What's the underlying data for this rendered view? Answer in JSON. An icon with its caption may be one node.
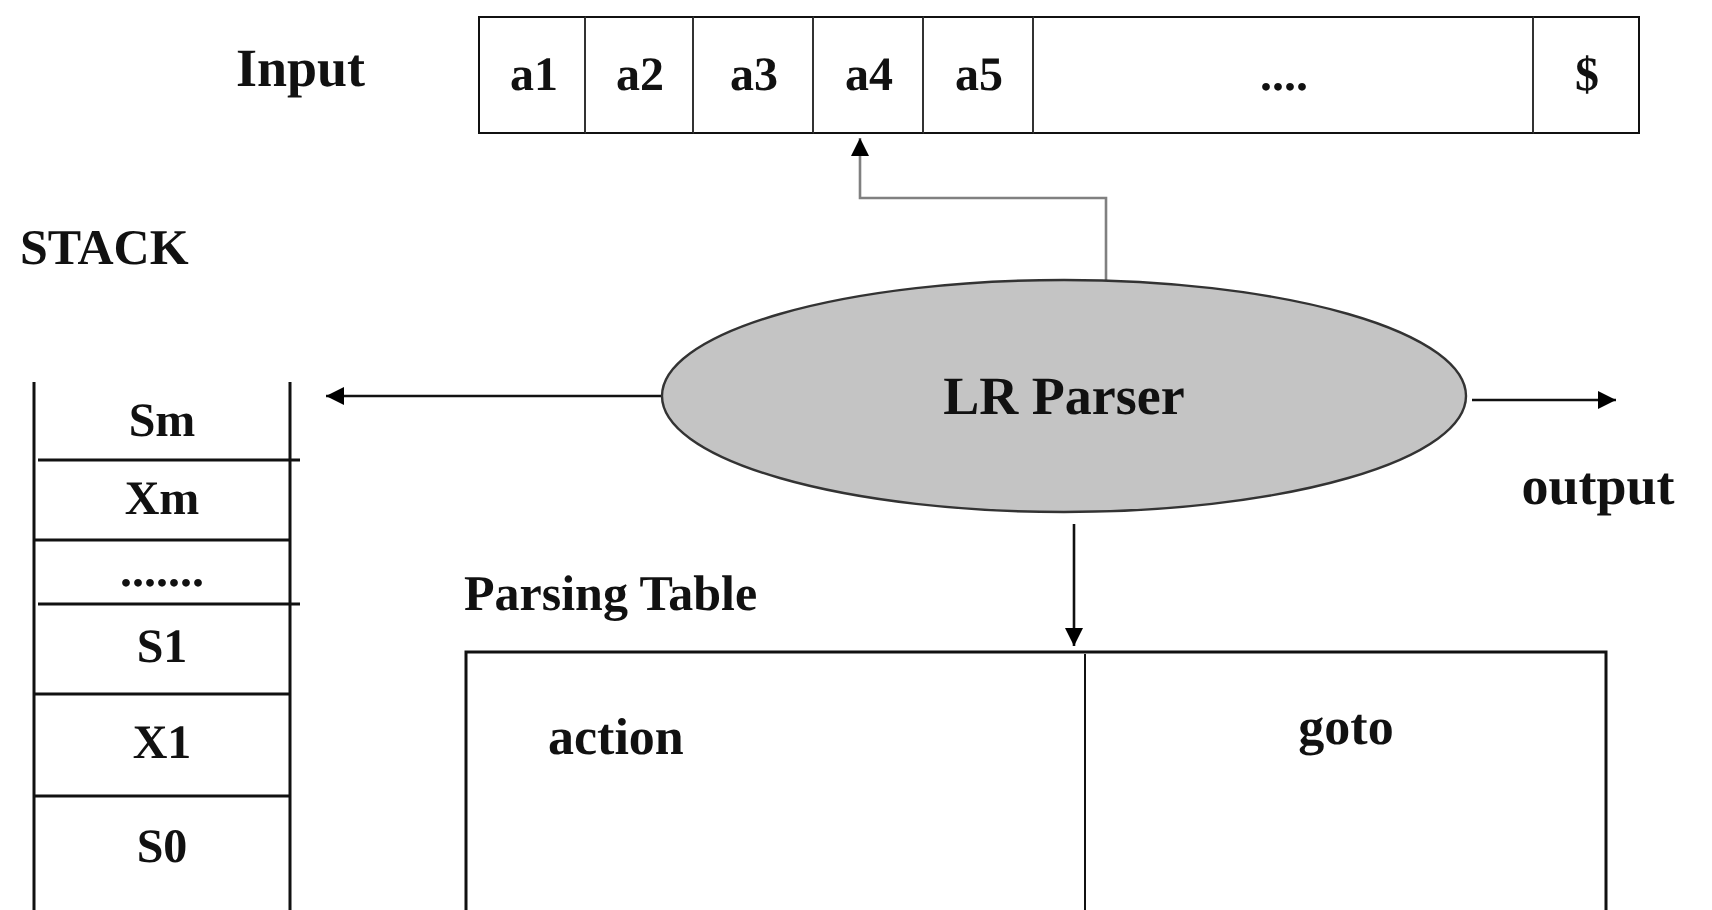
{
  "diagram": {
    "nodes": [
      {
        "text": [
          "Input"
        ]
      },
      {
        "text": [
          "a1"
        ],
        "in": 0
      },
      {
        "text": [
          "a2"
        ],
        "in": 0
      },
      {
        "text": [
          "a3"
        ],
        "in": 0
      },
      {
        "text": [
          "a4"
        ],
        "in": 0
      },
      {
        "text": [
          "a5"
        ],
        "in": 0
      },
      {
        "text": [
          "...."
        ],
        "in": 0
      },
      {
        "text": [
          "$"
        ],
        "in": 0
      },
      {
        "text": [
          "STACK"
        ]
      },
      {
        "text": [
          "Sm"
        ],
        "in": 8
      },
      {
        "text": [
          "Xm"
        ],
        "in": 8
      },
      {
        "text": [
          "......."
        ],
        "in": 8
      },
      {
        "text": [
          "S1"
        ],
        "in": 8
      },
      {
        "text": [
          "X1"
        ],
        "in": 8
      },
      {
        "text": [
          "S0"
        ],
        "in": 8
      },
      {
        "text": [
          "LR Parser"
        ]
      },
      {
        "text": [
          "output"
        ]
      },
      {
        "text": [
          "Parsing Table"
        ]
      },
      {
        "text": [
          "action"
        ],
        "in": 17
      },
      {
        "text": [
          "goto"
        ],
        "in": 17
      }
    ],
    "edges": [
      {
        "from": 15,
        "to": 4,
        "arrow": "to",
        "color": "#808080"
      },
      {
        "from": 15,
        "to": 8,
        "arrow": "to"
      },
      {
        "from": 15,
        "to": 16,
        "arrow": "to"
      },
      {
        "from": 15,
        "to": 17,
        "arrow": "to"
      }
    ]
  }
}
